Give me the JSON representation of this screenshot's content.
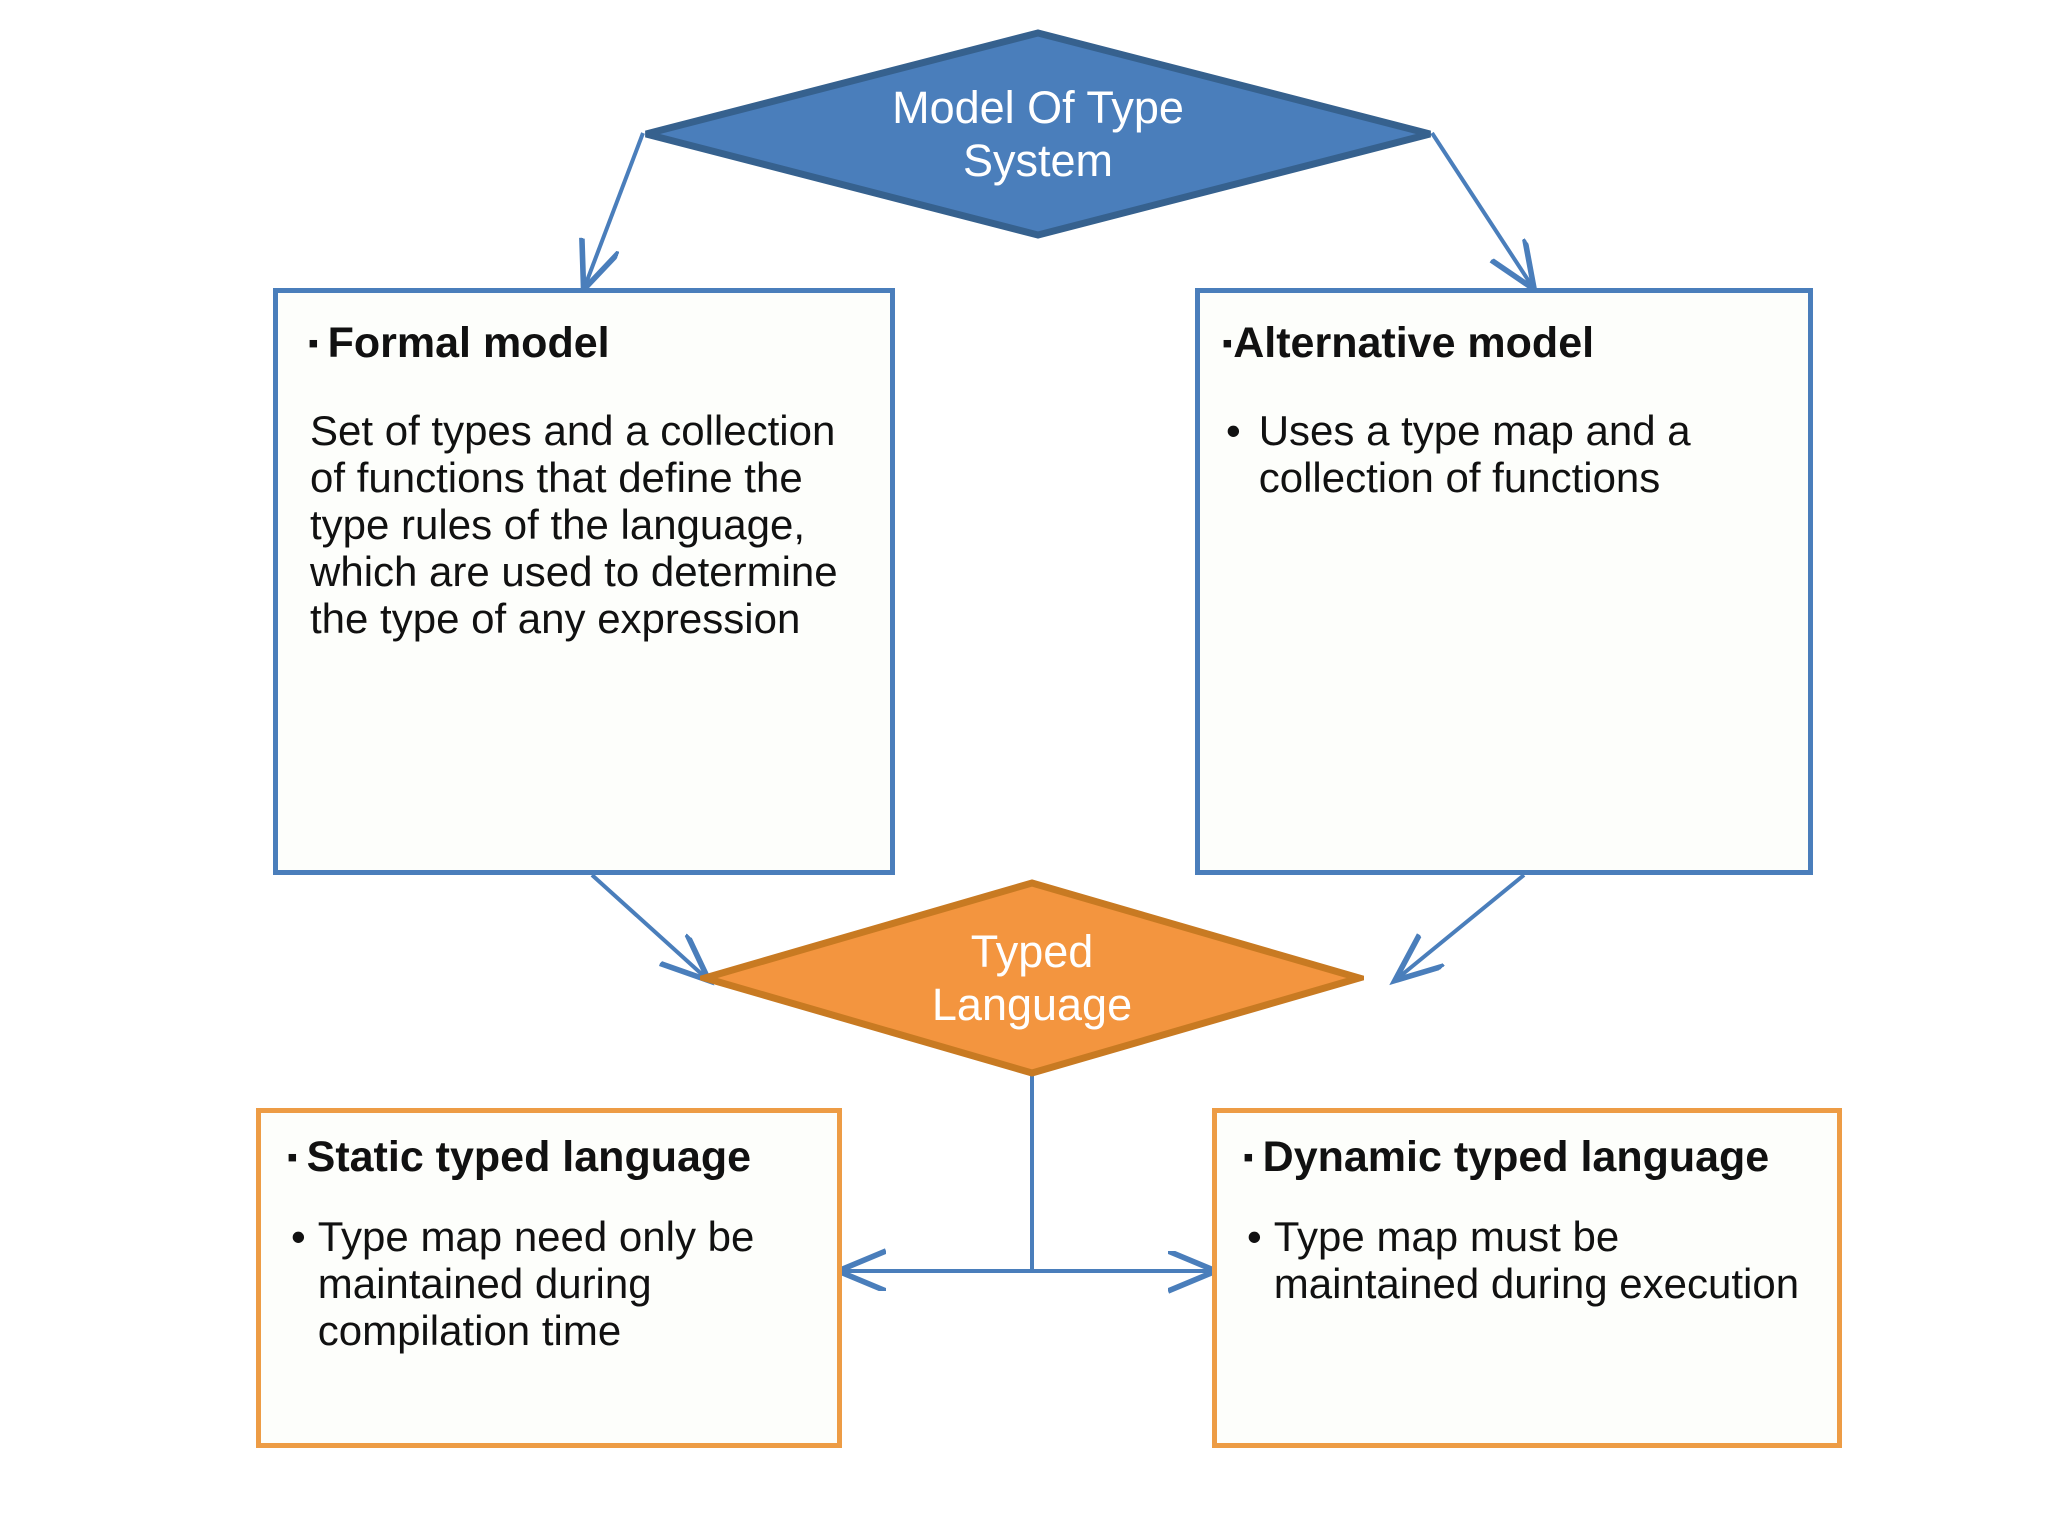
{
  "diagram": {
    "title": "Model Of Type System",
    "colors": {
      "blue_fill": "#4A7EBB",
      "blue_stroke": "#36618E",
      "blue_box_border": "#4A7EBB",
      "orange_fill": "#F3953F",
      "orange_stroke": "#C87A22",
      "orange_box_border": "#ED9C45",
      "connector": "#4A7EBB",
      "text_dark": "#111111",
      "text_light": "#FFFFFF",
      "background": "#FFFFFF"
    },
    "nodes": {
      "root_diamond": {
        "label": "Model Of Type\nSystem",
        "shape": "diamond",
        "fill": "#4A7EBB"
      },
      "formal_model_box": {
        "heading_bullet": "▪",
        "heading": "Formal model",
        "body": "Set of types and a collection of functions that define the type rules of the language, which are used to determine the type of any expression"
      },
      "alternative_model_box": {
        "heading_bullet": "▪",
        "heading": "Alternative model",
        "body_bullet": "•",
        "body": "Uses a type map and a collection of functions"
      },
      "typed_language_diamond": {
        "label": "Typed\nLanguage",
        "shape": "diamond",
        "fill": "#F3953F"
      },
      "static_typed_box": {
        "heading_bullet": "▪",
        "heading": "Static typed language",
        "body_bullet": "•",
        "body": "Type map need only be maintained during compilation time"
      },
      "dynamic_typed_box": {
        "heading_bullet": "▪",
        "heading": "Dynamic typed language",
        "body_bullet": "•",
        "body": "Type map must be maintained during execution"
      }
    },
    "connectors": [
      {
        "name": "root-to-formal",
        "from": "root_diamond",
        "to": "formal_model_box",
        "arrow": "single"
      },
      {
        "name": "root-to-alternative",
        "from": "root_diamond",
        "to": "alternative_model_box",
        "arrow": "single"
      },
      {
        "name": "formal-to-typed",
        "from": "formal_model_box",
        "to": "typed_language_diamond",
        "arrow": "single"
      },
      {
        "name": "alternative-to-typed",
        "from": "alternative_model_box",
        "to": "typed_language_diamond",
        "arrow": "single"
      },
      {
        "name": "typed-to-static-and-dynamic",
        "from": "typed_language_diamond",
        "to": "static_typed_box, dynamic_typed_box",
        "arrow": "double"
      }
    ]
  }
}
